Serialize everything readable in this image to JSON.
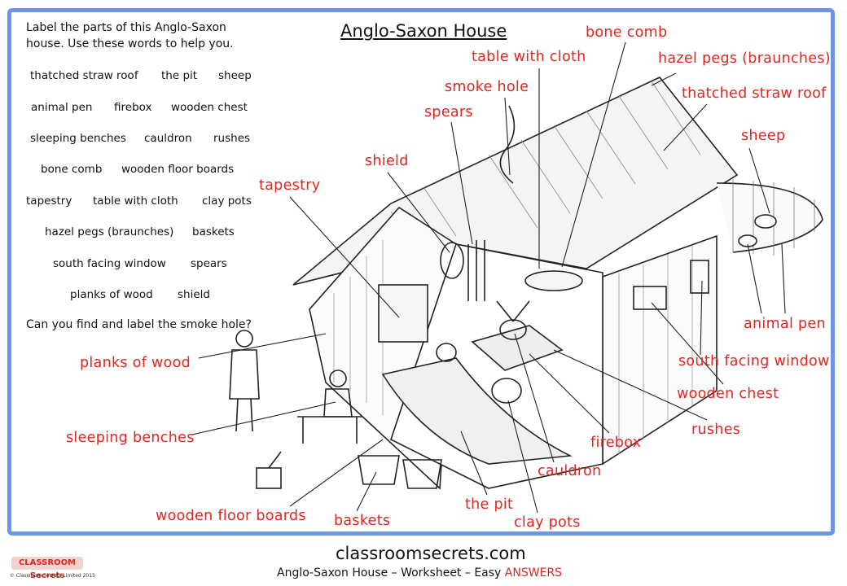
{
  "title": "Anglo-Saxon House",
  "instructions": {
    "line1": "Label the parts of this Anglo-Saxon",
    "line2": "house.  Use these words to help you.",
    "question": "Can you find and label the smoke hole?"
  },
  "word_bank": [
    [
      "thatched straw roof",
      "the pit",
      "sheep"
    ],
    [
      "animal pen",
      "firebox",
      "wooden chest"
    ],
    [
      "sleeping benches",
      "cauldron",
      "rushes"
    ],
    [
      "bone comb",
      "wooden floor boards"
    ],
    [
      "tapestry",
      "table with cloth",
      "clay pots"
    ],
    [
      "hazel pegs (braunches)",
      "baskets"
    ],
    [
      "south facing window",
      "spears"
    ],
    [
      "planks of wood",
      "shield"
    ]
  ],
  "labels": {
    "bone_comb": "bone comb",
    "table_with_cloth": "table with cloth",
    "hazel_pegs": "hazel pegs (braunches)",
    "smoke_hole": "smoke hole",
    "thatched_straw_roof": "thatched straw roof",
    "spears": "spears",
    "sheep": "sheep",
    "shield": "shield",
    "tapestry": "tapestry",
    "animal_pen": "animal pen",
    "planks_of_wood": "planks of wood",
    "south_facing_window": "south facing window",
    "wooden_chest": "wooden chest",
    "sleeping_benches": "sleeping benches",
    "rushes": "rushes",
    "firebox": "firebox",
    "cauldron": "cauldron",
    "the_pit": "the pit",
    "wooden_floor_boards": "wooden floor boards",
    "baskets": "baskets",
    "clay_pots": "clay pots"
  },
  "footer": {
    "site": "classroomsecrets.com",
    "subtitle": "Anglo-Saxon House – Worksheet – Easy",
    "answers": "ANSWERS",
    "logo_text": "CLASSROOM Secrets",
    "copyright": "© Classroom Secrets Limited 2015"
  },
  "colors": {
    "frame_border": "#6d95e6",
    "label_red": "#e0261f",
    "text": "#111111"
  }
}
